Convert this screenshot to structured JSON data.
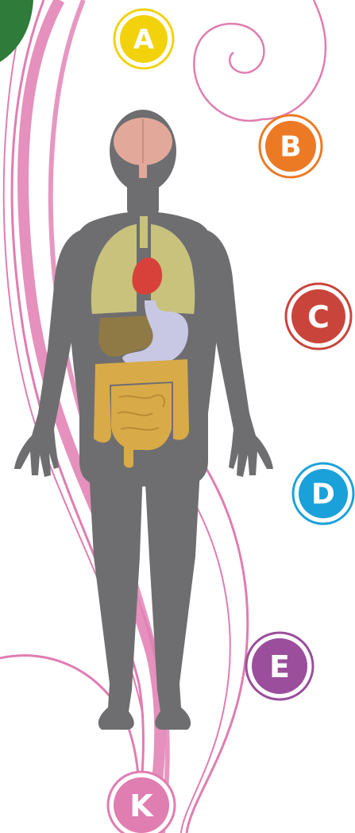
{
  "badges": [
    {
      "id": "a",
      "letter": "A",
      "color": "#f2d20a"
    },
    {
      "id": "b",
      "letter": "B",
      "color": "#ec7a24"
    },
    {
      "id": "c",
      "letter": "C",
      "color": "#c9453c"
    },
    {
      "id": "d",
      "letter": "D",
      "color": "#1aa1da"
    },
    {
      "id": "e",
      "letter": "E",
      "color": "#9a4e9b"
    },
    {
      "id": "k",
      "letter": "K",
      "color": "#e07db1"
    }
  ],
  "colors": {
    "body": "#6e6e70",
    "brain": "#e2a89a",
    "lungs": "#c8c27d",
    "heart": "#d8413a",
    "liver": "#8f7a46",
    "stomach": "#c8c8e4",
    "intestines": "#d8aa48",
    "swirl": "#e07db1",
    "corner": "#2f7b3a"
  }
}
